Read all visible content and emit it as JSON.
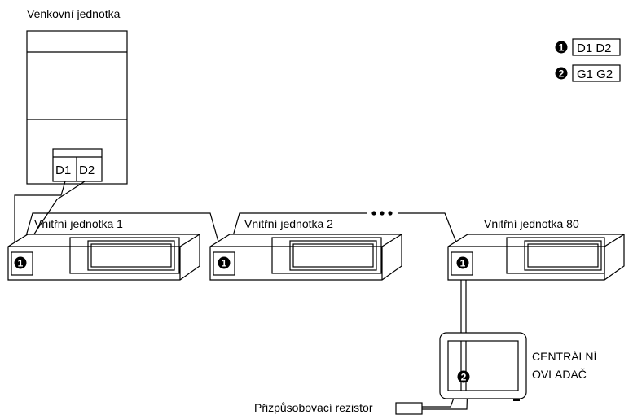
{
  "outdoor_unit": {
    "label": "Venkovní jednotka",
    "terminal_a": "D1",
    "terminal_b": "D2"
  },
  "indoor_units": [
    {
      "label": "Vnitřní jednotka 1",
      "badge": "1"
    },
    {
      "label": "Vnitřní jednotka 2",
      "badge": "1"
    },
    {
      "label": "Vnitřní jednotka 80",
      "badge": "1"
    }
  ],
  "central_controller": {
    "label_line1": "CENTRÁLNÍ",
    "label_line2": "OVLADAČ",
    "badge": "2"
  },
  "resistor": {
    "label": "Přizpůsobovací rezistor"
  },
  "legend": [
    {
      "badge": "1",
      "text": "D1 D2"
    },
    {
      "badge": "2",
      "text": "G1 G2"
    }
  ],
  "colors": {
    "stroke": "#000000",
    "badge_fill": "#000000"
  }
}
